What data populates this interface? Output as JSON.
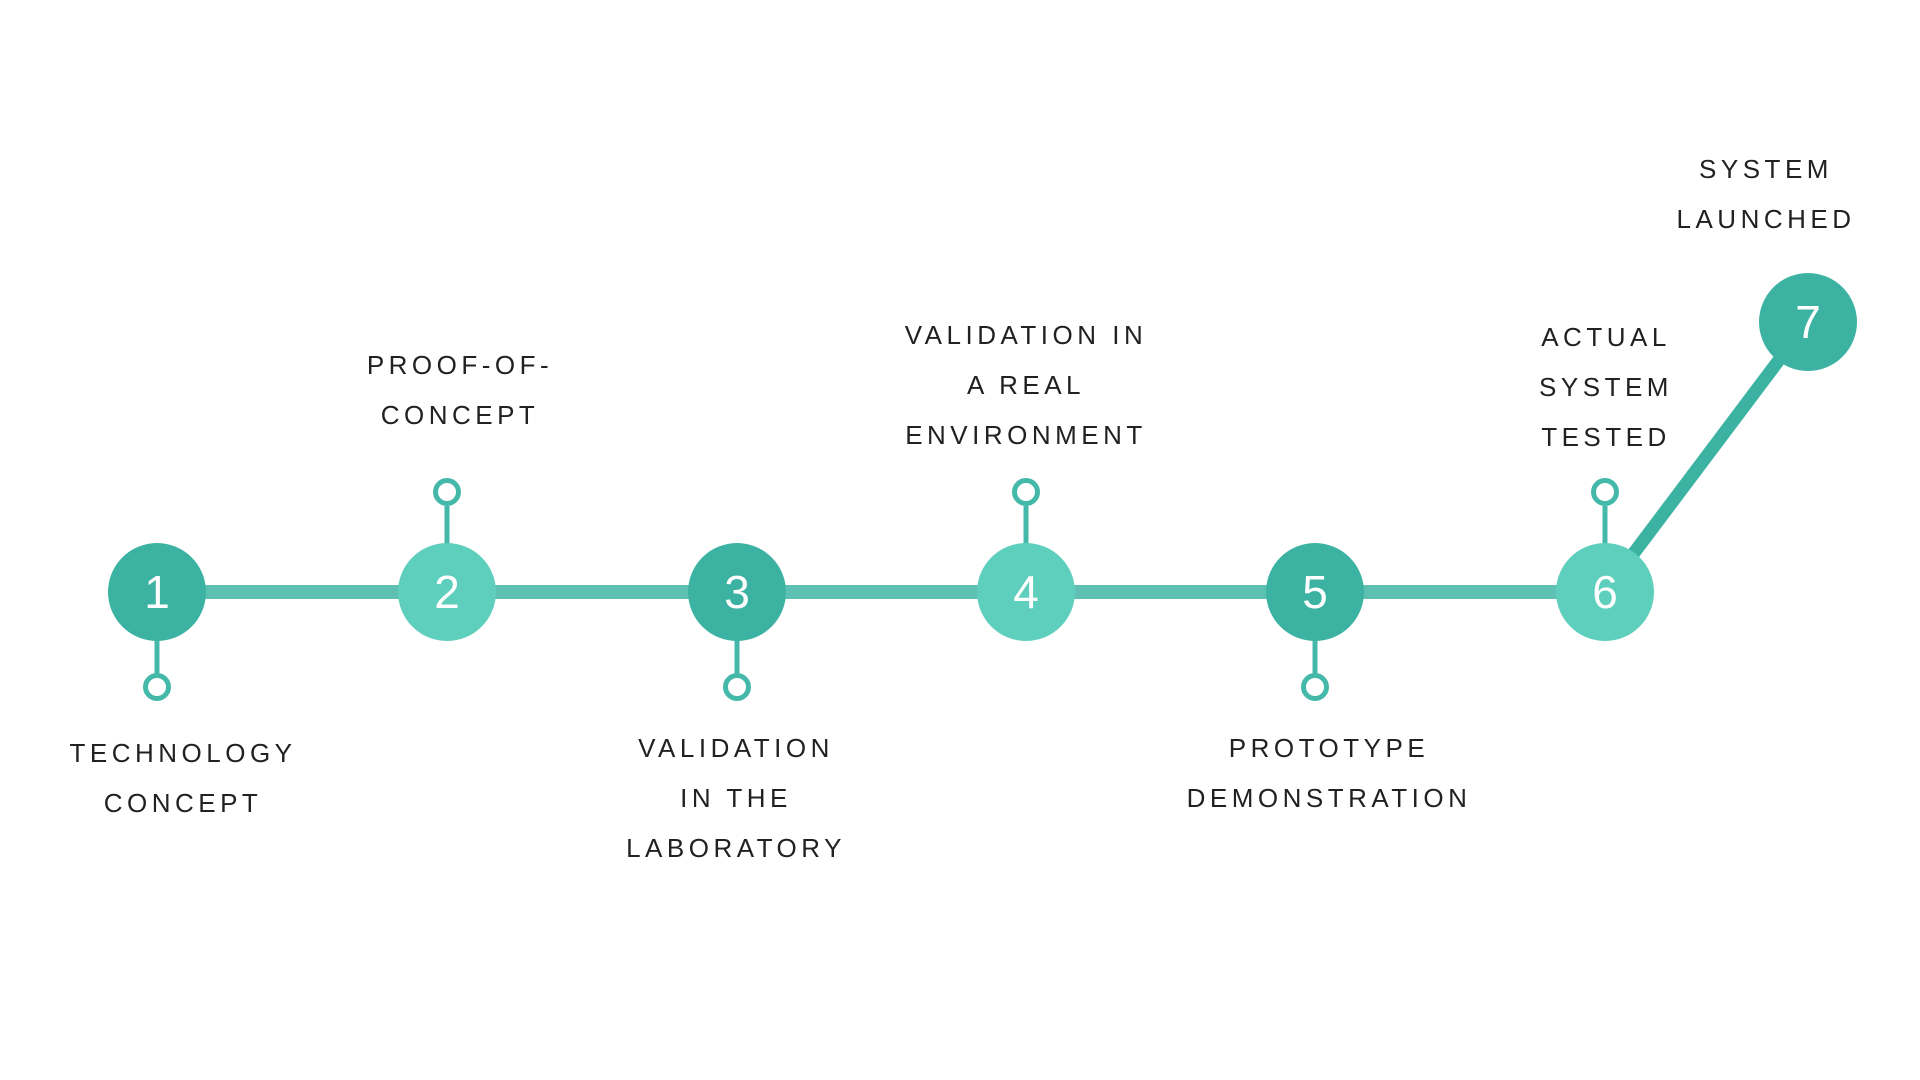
{
  "colors": {
    "dark_circle": "#3cb3a2",
    "light_circle": "#5ecfbc",
    "line": "#5ec0b2",
    "connector": "#3cb3a2",
    "marker": "#45b9a9",
    "text": "#212121",
    "number_text": "#ffffff"
  },
  "steps": [
    {
      "number": "1",
      "label": "TECHNOLOGY\nCONCEPT",
      "label_position": "below",
      "tone": "dark"
    },
    {
      "number": "2",
      "label": "PROOF-OF-\nCONCEPT",
      "label_position": "above",
      "tone": "light"
    },
    {
      "number": "3",
      "label": "VALIDATION\nIN THE\nLABORATORY",
      "label_position": "below",
      "tone": "dark"
    },
    {
      "number": "4",
      "label": "VALIDATION IN\nA REAL\nENVIRONMENT",
      "label_position": "above",
      "tone": "light"
    },
    {
      "number": "5",
      "label": "PROTOTYPE\nDEMONSTRATION",
      "label_position": "below",
      "tone": "dark"
    },
    {
      "number": "6",
      "label": "ACTUAL\nSYSTEM\nTESTED",
      "label_position": "above",
      "tone": "light"
    },
    {
      "number": "7",
      "label": "SYSTEM\nLAUNCHED",
      "label_position": "above",
      "tone": "dark"
    }
  ]
}
